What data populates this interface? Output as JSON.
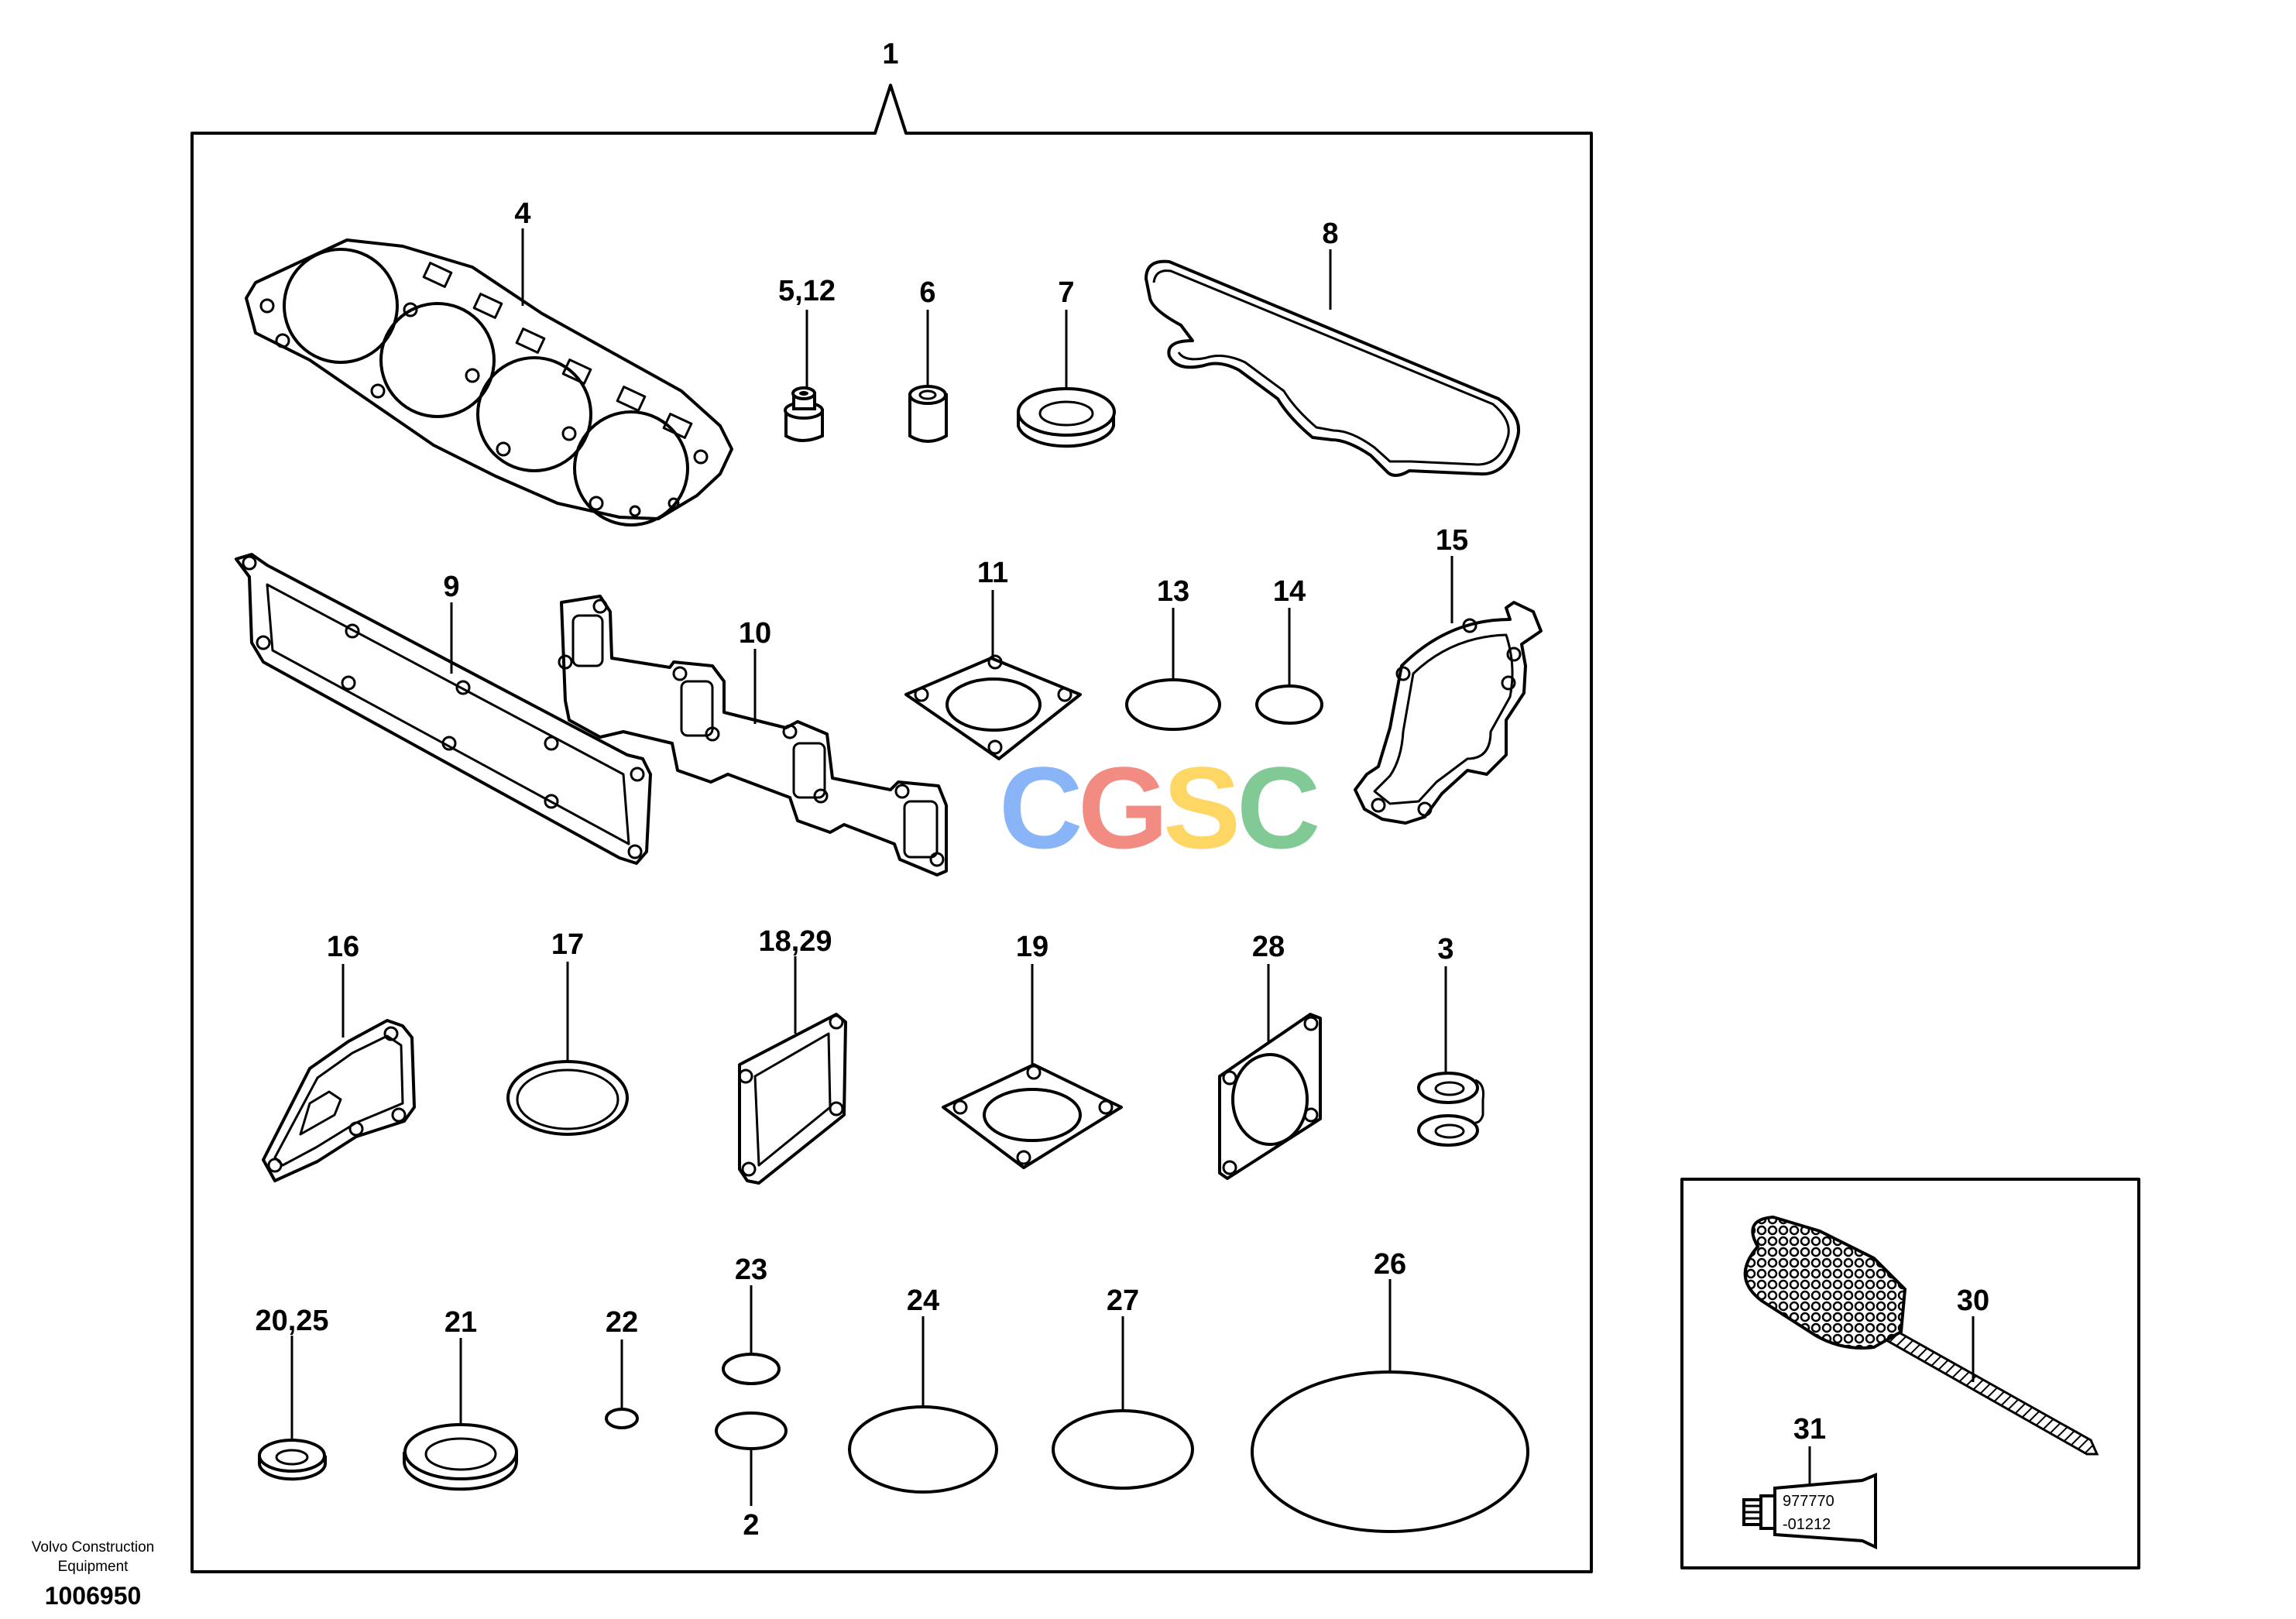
{
  "diagram": {
    "main_label": "1",
    "labels": {
      "p4": "4",
      "p512": "5,12",
      "p6": "6",
      "p7": "7",
      "p8": "8",
      "p9": "9",
      "p10": "10",
      "p11": "11",
      "p13": "13",
      "p14": "14",
      "p15": "15",
      "p16": "16",
      "p17": "17",
      "p1829": "18,29",
      "p19": "19",
      "p28": "28",
      "p3": "3",
      "p2025": "20,25",
      "p21": "21",
      "p22": "22",
      "p23": "23",
      "p2": "2",
      "p24": "24",
      "p27": "27",
      "p26": "26",
      "p30": "30",
      "p31": "31"
    },
    "tube_text_line1": "977770",
    "tube_text_line2": "-01212"
  },
  "footer": {
    "company_line1": "Volvo Construction",
    "company_line2": "Equipment",
    "doc_number": "1006950"
  },
  "watermark": {
    "letters": [
      "C",
      "G",
      "S",
      "C"
    ],
    "colors": [
      "#8ab4f8",
      "#f28b82",
      "#fdd663",
      "#81c995"
    ]
  }
}
